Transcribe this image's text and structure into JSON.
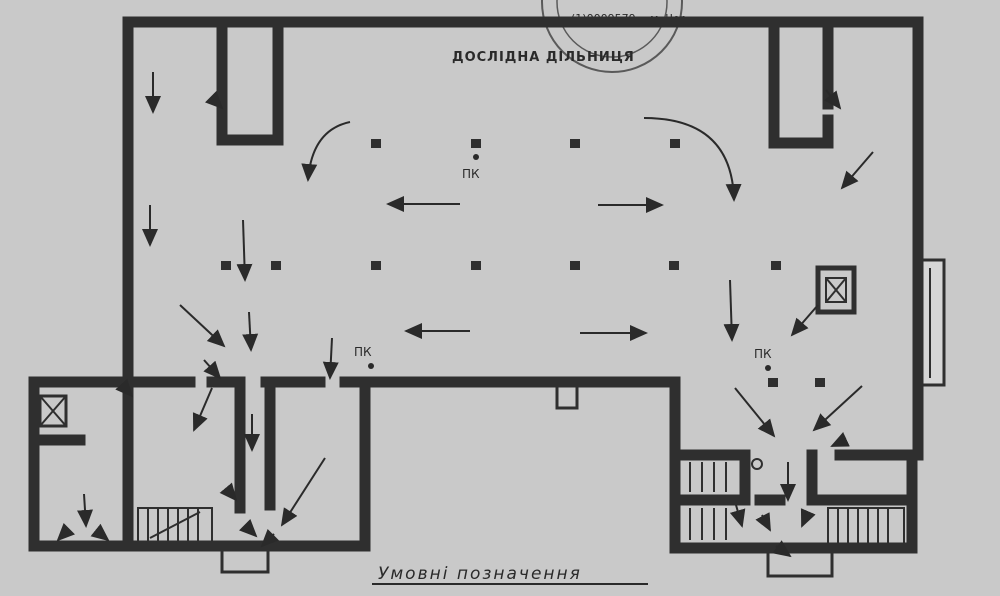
{
  "plan": {
    "title": "ДОСЛІДНА ДІЛЬНИЦЯ",
    "legend_caption": "Умовні позначення",
    "hydrant_label": "ПК",
    "stamp_text": "…(1)0009579… м. Чер…",
    "colors": {
      "paper": "#c9c9c9",
      "wall": "#2f2f2f",
      "wall_fill": "#d6d6d6",
      "ink": "#2a2a2a"
    }
  }
}
